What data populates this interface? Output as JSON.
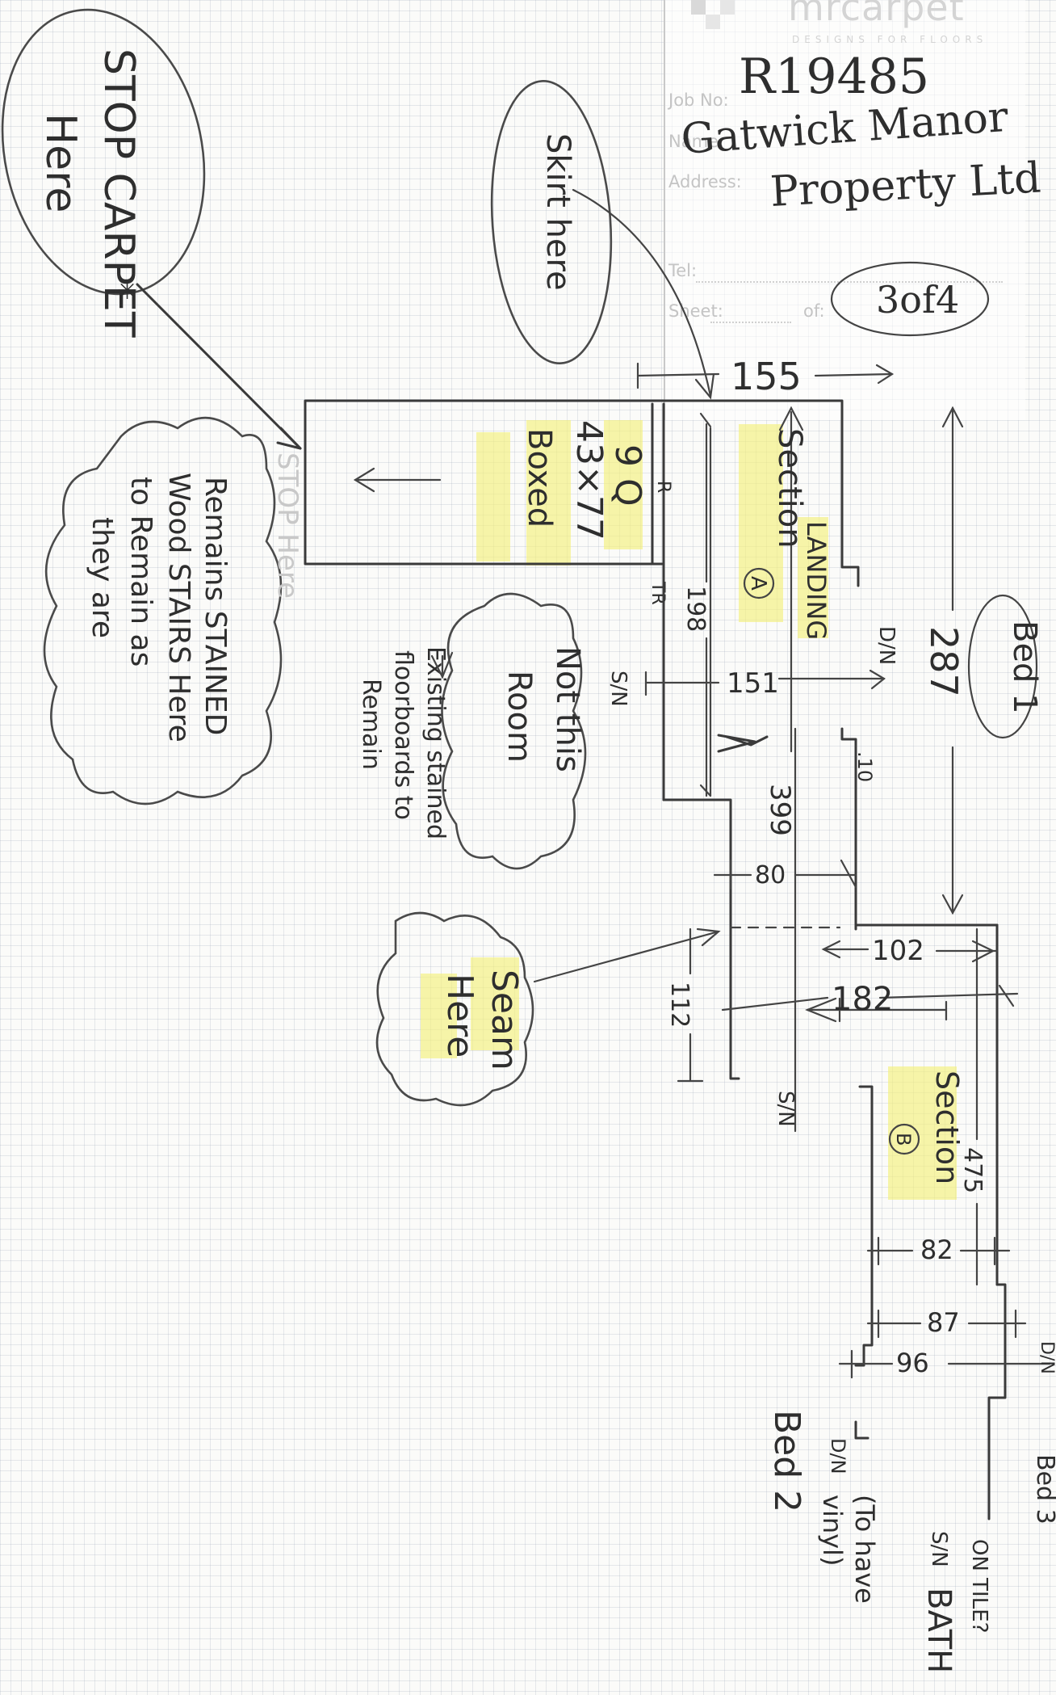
{
  "letterhead": {
    "brand": "mrcarpet",
    "tagline": "DESIGNS FOR FLOORS"
  },
  "form": {
    "job_no": "Job No:",
    "name": "Name:",
    "address": "Address:",
    "tel": "Tel:",
    "sheet": "Sheet:",
    "of": "of:"
  },
  "header": {
    "job_ref": "R19485",
    "client_line1": "Gatwick Manor",
    "client_line2": "Property Ltd",
    "sheet_number": "3of4"
  },
  "notes": {
    "stop_carpet_l1": "STOP CARPET",
    "stop_carpet_l2": "Here",
    "skirt_here": "Skirt here",
    "remains_l1": "Remains STAINED",
    "remains_l2": "Wood STAIRS Here",
    "remains_l3": "to Remain as",
    "remains_l4": "they are",
    "stop_here_faint": "STOP Here",
    "not_this_room_l1": "Not this",
    "not_this_room_l2": "Room",
    "existing_l1": "Existing stained",
    "existing_l2": "floorboards to",
    "existing_l3": "Remain",
    "seam_here_l1": "Seam",
    "seam_here_l2": "Here"
  },
  "plan": {
    "stairs_count": "9 Q",
    "stairs_size": "43×77",
    "stairs_type": "Boxed",
    "stairs_r": "R",
    "stairs_tr": "TR",
    "section_a": "Section",
    "section_a_letter": "A",
    "landing": "LANDING",
    "section_b": "Section",
    "section_b_letter": "B",
    "dn_top": "D/N",
    "sn_left": "S/N",
    "sn_bottom": "S/N",
    "sn_bath": "S/N",
    "dn_right": "D/N",
    "dn_bed2": "D/N",
    "d10": ".10"
  },
  "dims": {
    "d155": "155",
    "d287": "287",
    "d198": "198",
    "d151": "151",
    "d399": "399",
    "d80": "80",
    "d102": "102",
    "d182": "182",
    "d112": "112",
    "d475": "475",
    "d82": "82",
    "d87": "87",
    "d96": "96"
  },
  "rooms": {
    "bed1": "Bed 1",
    "bed2": "Bed 2",
    "bed3": "Bed 3",
    "on_tile": "ON TILE?",
    "bath": "BATH",
    "bath_note_l1": "(To have",
    "bath_note_l2": "vinyl)"
  }
}
